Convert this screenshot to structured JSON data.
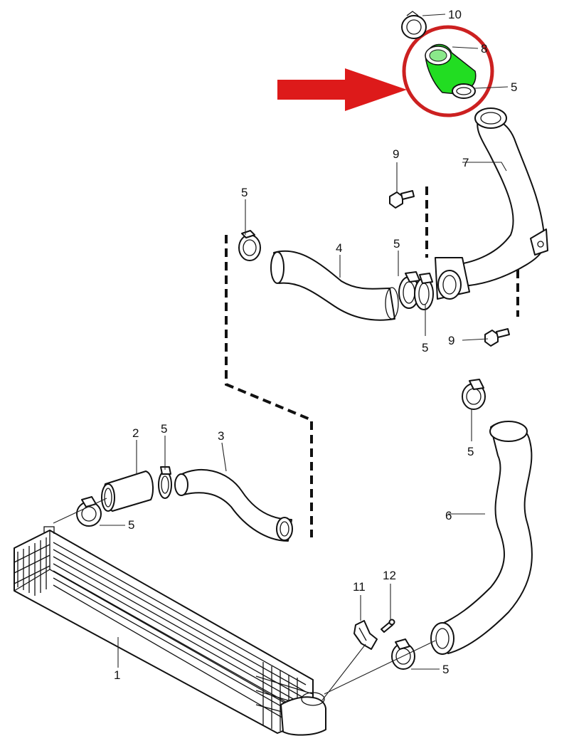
{
  "diagram": {
    "part_labels": {
      "p1": "1",
      "p2": "2",
      "p3": "3",
      "p4": "4",
      "p5": "5",
      "p6": "6",
      "p7": "7",
      "p8": "8",
      "p9": "9",
      "p10": "10",
      "p11": "11",
      "p12": "12"
    },
    "highlight": {
      "part": "8",
      "part_color": "#22dd22",
      "circle_color": "#cc2020",
      "arrow_color": "#dd1a1a"
    }
  }
}
